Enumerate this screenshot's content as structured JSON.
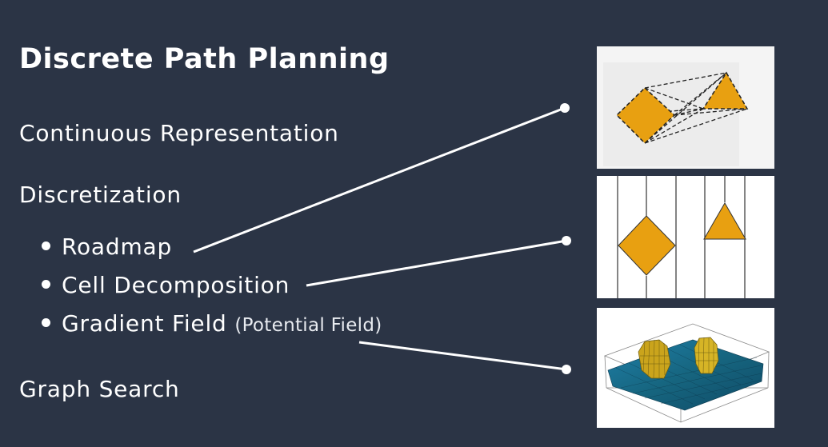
{
  "title": "Discrete Path Planning",
  "sections": {
    "continuous": "Continuous Representation",
    "discretization": "Discretization",
    "graph_search": "Graph Search"
  },
  "bullets": {
    "roadmap": "Roadmap",
    "cell_decomposition": "Cell Decomposition",
    "gradient_field": "Gradient Field",
    "gradient_note": "(Potential Field)"
  },
  "colors": {
    "background": "#2b3445",
    "text": "#ffffff",
    "obstacle": "#e8a011",
    "panel": "#f4f4f4"
  },
  "icons": [
    "roadmap-diagram",
    "cell-decomposition-diagram",
    "potential-field-surface-plot"
  ]
}
